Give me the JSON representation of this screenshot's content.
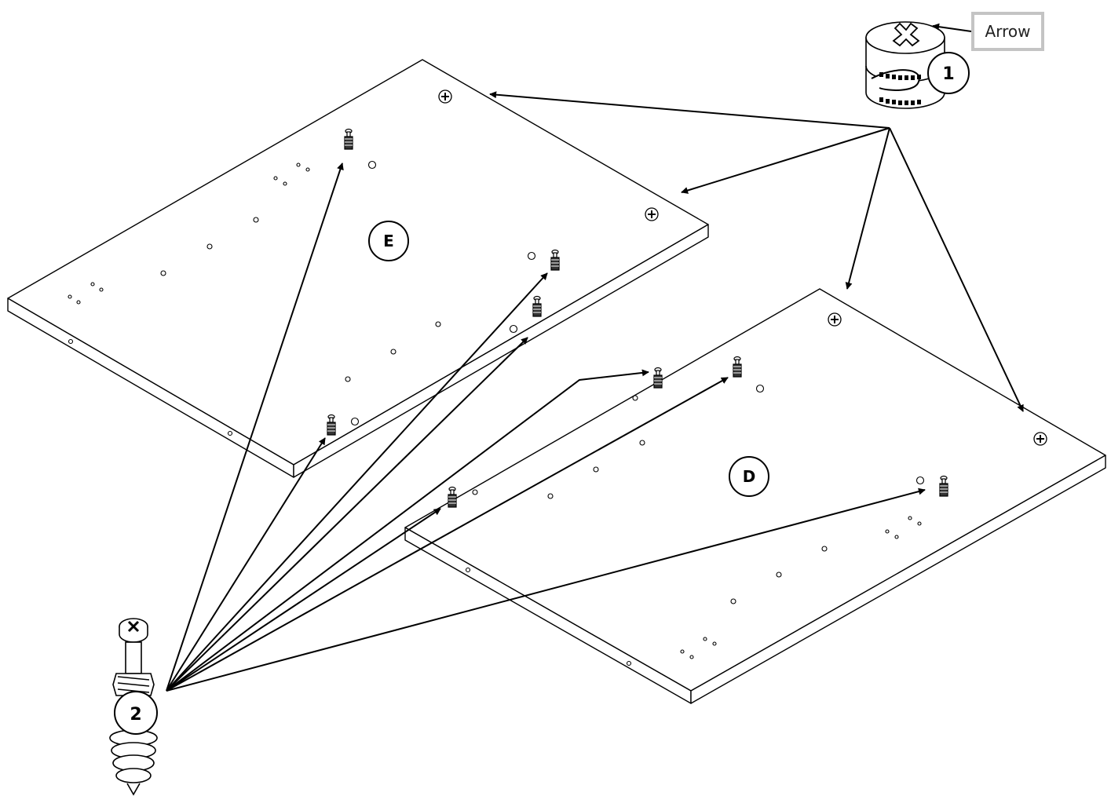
{
  "callout": {
    "text": "Arrow"
  },
  "parts": {
    "panel_e": "E",
    "panel_d": "D",
    "cam_lock": "1",
    "cam_bolt": "2"
  }
}
